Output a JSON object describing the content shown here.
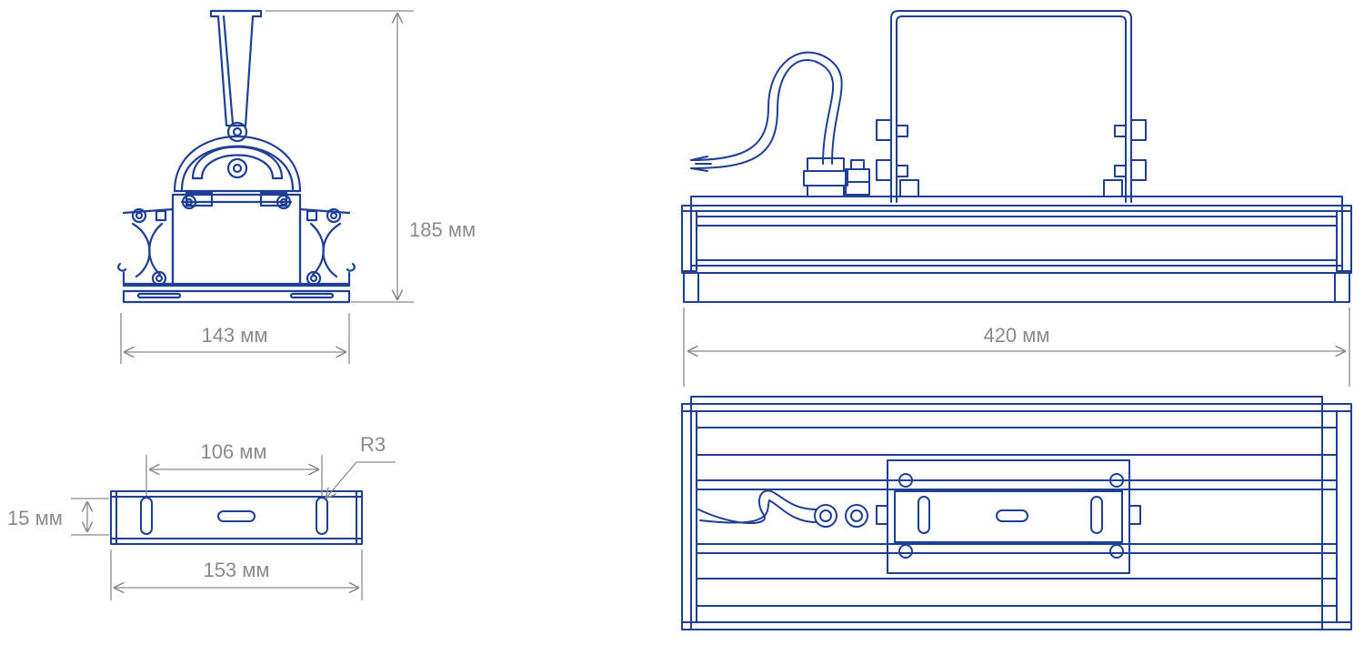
{
  "colors": {
    "outline": "#1f3f95",
    "dimension": "#8a8a8a",
    "background": "#ffffff"
  },
  "dimensions": {
    "height": "185 мм",
    "width_side": "143 мм",
    "length": "420 мм",
    "hole_spacing": "106 мм",
    "bracket_width": "153 мм",
    "slot_height": "15 мм",
    "radius": "R3"
  }
}
